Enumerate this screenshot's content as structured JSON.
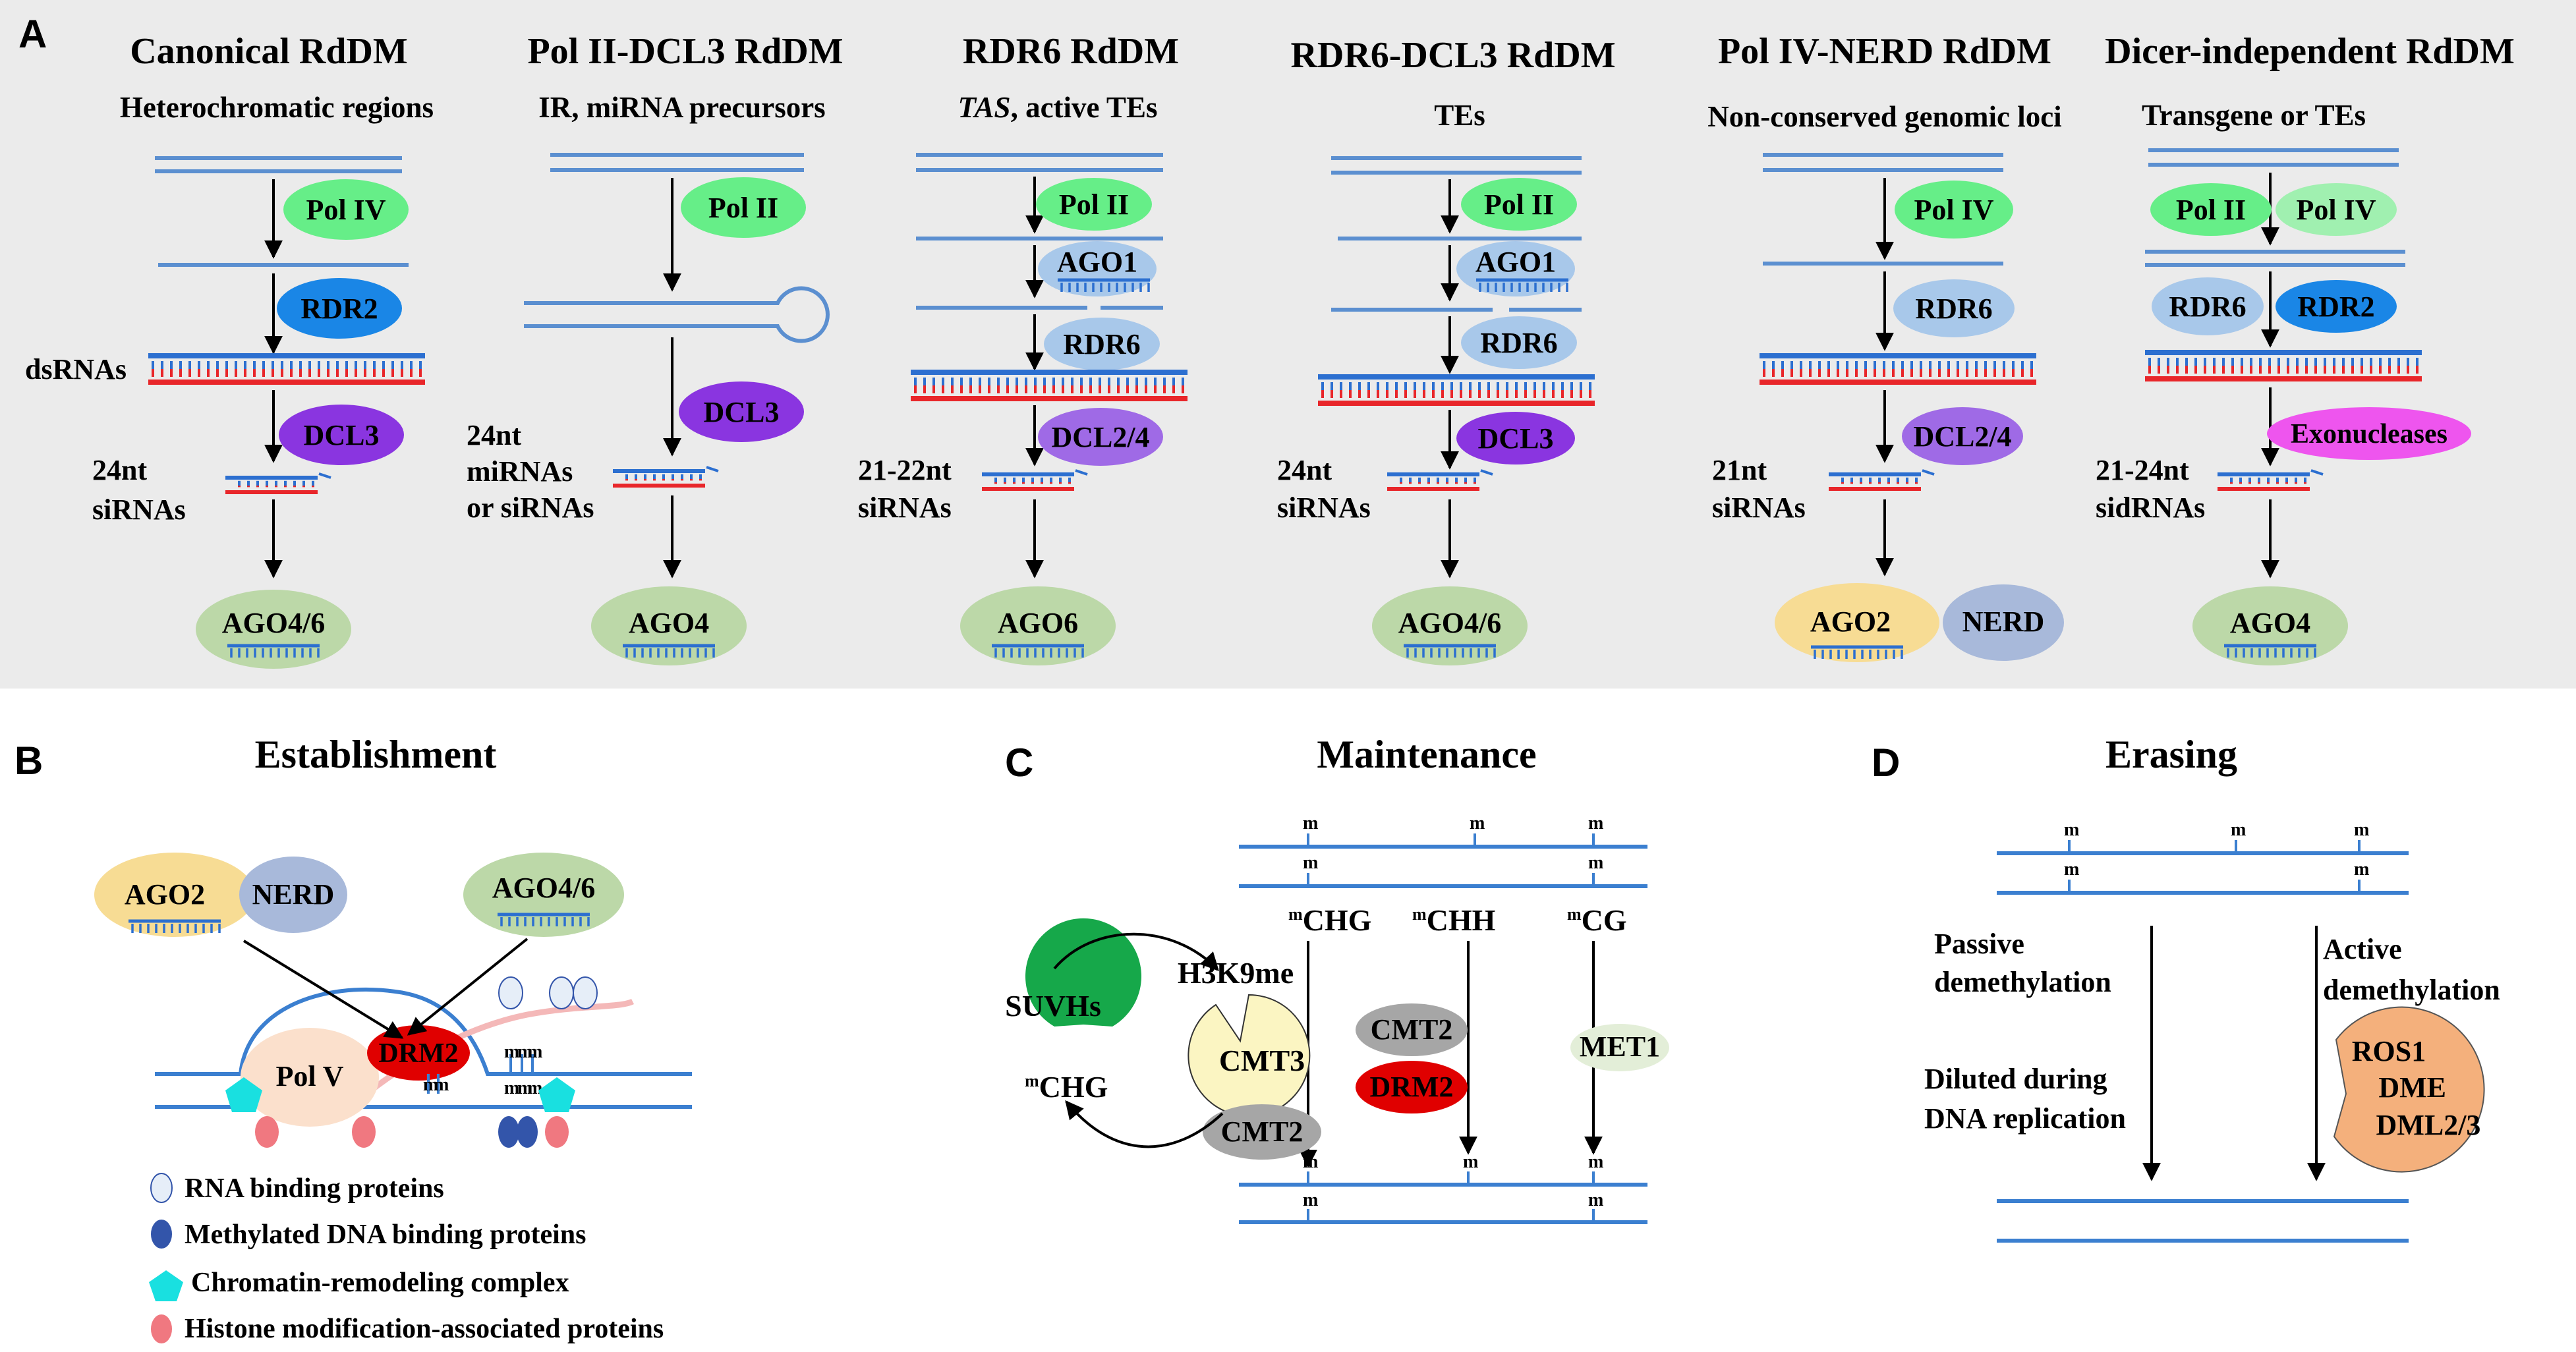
{
  "panel_labels": {
    "a": "A",
    "b": "B",
    "c": "C",
    "d": "D"
  },
  "panel_a": {
    "columns": [
      {
        "title": "Canonical RdDM",
        "subtitle": "Heterochromatic regions",
        "enzyme_top": "Pol IV",
        "enzyme_mid": "RDR2",
        "dicer": "DCL3",
        "left_label_dsrna": "dsRNAs",
        "small_rna_label": [
          "24nt",
          "siRNAs"
        ],
        "effector": "AGO4/6"
      },
      {
        "title": "Pol II-DCL3 RdDM",
        "subtitle": "IR, miRNA precursors",
        "enzyme_top": "Pol II",
        "dicer": "DCL3",
        "small_rna_label": [
          "24nt",
          "miRNAs",
          "or siRNAs"
        ],
        "effector": "AGO4"
      },
      {
        "title": "RDR6 RdDM",
        "subtitle_italic": "TAS",
        "subtitle_rest": ", active TEs",
        "enzyme_top": "Pol II",
        "ago_cleave": "AGO1",
        "enzyme_mid": "RDR6",
        "dicer": "DCL2/4",
        "small_rna_label": [
          "21-22nt",
          "siRNAs"
        ],
        "effector": "AGO6"
      },
      {
        "title": "RDR6-DCL3 RdDM",
        "subtitle": "TEs",
        "enzyme_top": "Pol II",
        "ago_cleave": "AGO1",
        "enzyme_mid": "RDR6",
        "dicer": "DCL3",
        "small_rna_label": [
          "24nt",
          "siRNAs"
        ],
        "effector": "AGO4/6"
      },
      {
        "title": "Pol IV-NERD RdDM",
        "subtitle": "Non-conserved genomic loci",
        "enzyme_top": "Pol IV",
        "enzyme_mid": "RDR6",
        "dicer": "DCL2/4",
        "small_rna_label": [
          "21nt",
          "siRNAs"
        ],
        "effector": "AGO2",
        "partner": "NERD"
      },
      {
        "title": "Dicer-independent RdDM",
        "subtitle": "Transgene or TEs",
        "enzyme_top_left": "Pol II",
        "enzyme_top_right": "Pol IV",
        "enzyme_mid_left": "RDR6",
        "enzyme_mid_right": "RDR2",
        "nuclease": "Exonucleases",
        "small_rna_label": [
          "21-24nt",
          "sidRNAs"
        ],
        "effector": "AGO4"
      }
    ]
  },
  "panel_b": {
    "title": "Establishment",
    "ago2": "AGO2",
    "nerd": "NERD",
    "ago46": "AGO4/6",
    "polv": "Pol V",
    "drm2": "DRM2",
    "legend": [
      "RNA binding proteins",
      "Methylated DNA binding proteins",
      "Chromatin-remodeling complex",
      "Histone modification-associated proteins"
    ],
    "colors": {
      "rna_binding": "#e6eef8",
      "mdna_binding": "#3355aa",
      "remodeling": "#19e0e0",
      "histone": "#f07880"
    }
  },
  "panel_c": {
    "title": "Maintenance",
    "ctx_chg": "CHG",
    "ctx_chh": "CHH",
    "ctx_cg": "CG",
    "suvhs": "SUVHs",
    "chg": "CHG",
    "h3k9me": "H3K9me",
    "cmt3": "CMT3",
    "cmt2_a": "CMT2",
    "cmt2_b": "CMT2",
    "drm2": "DRM2",
    "met1": "MET1"
  },
  "panel_d": {
    "title": "Erasing",
    "passive": [
      "Passive",
      "demethylation"
    ],
    "diluted": [
      "Diluted during",
      "DNA replication"
    ],
    "active": [
      "Active",
      "demethylation"
    ],
    "enzymes": [
      "ROS1",
      "DME",
      "DML2/3"
    ]
  },
  "m_mark": "m"
}
